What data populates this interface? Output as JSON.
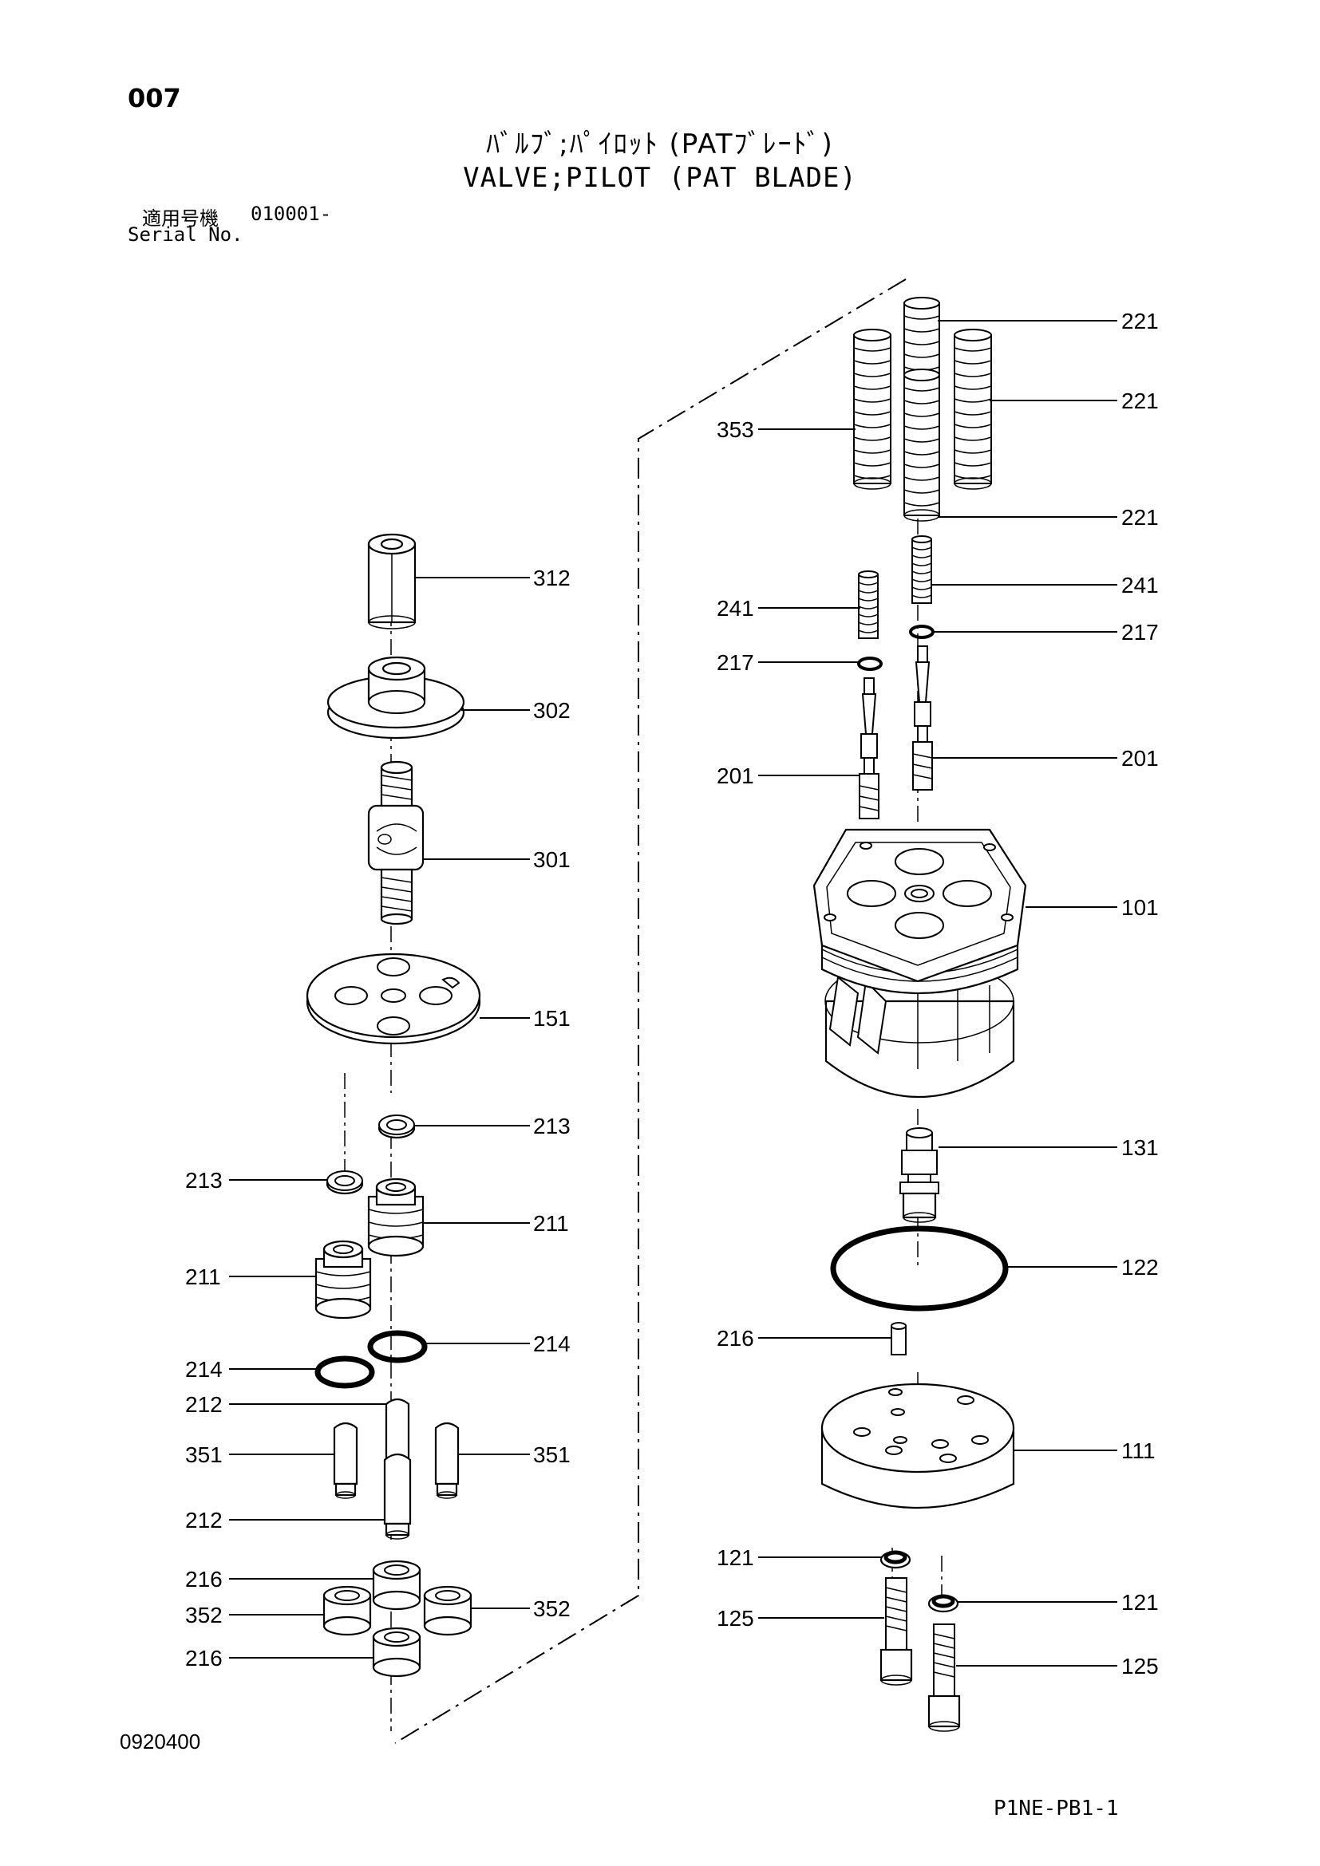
{
  "header": {
    "page_number": "007",
    "title_ja": "ﾊﾞﾙﾌﾞ;ﾊﾟｲﾛｯﾄ (PATﾌﾞﾚｰﾄﾞ)",
    "title_en": "VALVE;PILOT (PAT BLADE)",
    "serial_label_ja": "適用号機",
    "serial_value": "010001-",
    "serial_label_en": "Serial No."
  },
  "footer": {
    "drawing_number": "0920400",
    "sheet_code": "P1NE-PB1-1"
  },
  "callouts": {
    "c221a": "221",
    "c221b": "221",
    "c221c": "221",
    "c353": "353",
    "c241r": "241",
    "c241l": "241",
    "c217r": "217",
    "c217l": "217",
    "c201r": "201",
    "c201l": "201",
    "c101": "101",
    "c131": "131",
    "c122": "122",
    "c216r": "216",
    "c111": "111",
    "c121l": "121",
    "c121r": "121",
    "c125l": "125",
    "c125r": "125",
    "c312": "312",
    "c302": "302",
    "c301": "301",
    "c151": "151",
    "c213r": "213",
    "c213l": "213",
    "c211r": "211",
    "c211l": "211",
    "c214r": "214",
    "c214l": "214",
    "c212t": "212",
    "c351l": "351",
    "c351r": "351",
    "c212b": "212",
    "c216a": "216",
    "c352l": "352",
    "c352r": "352",
    "c216b": "216"
  }
}
